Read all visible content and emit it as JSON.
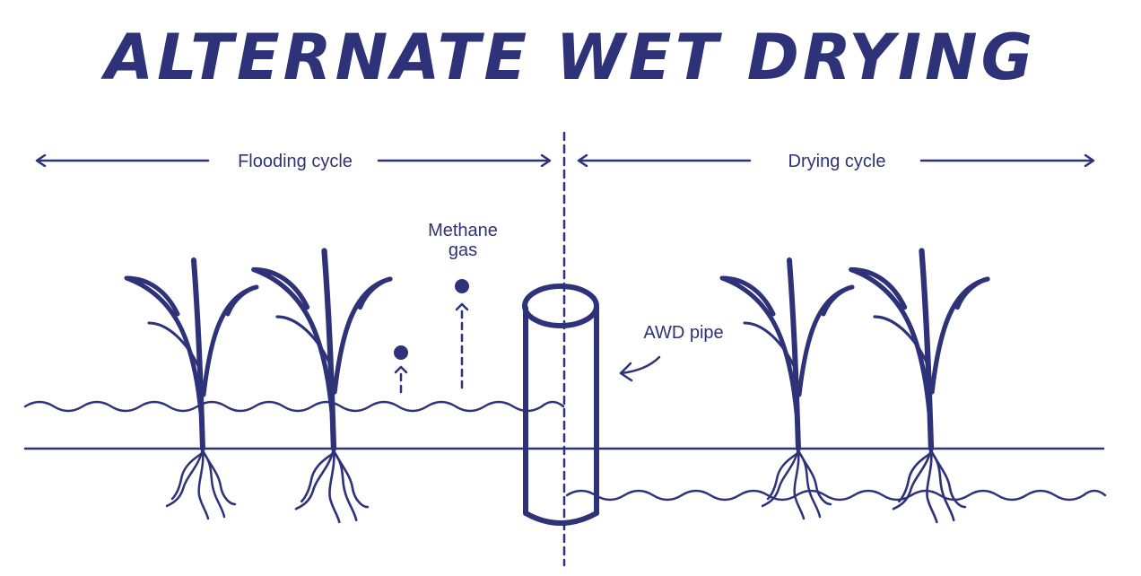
{
  "title": "ALTERNATE WET DRYING",
  "labels": {
    "flooding_cycle": "Flooding cycle",
    "drying_cycle": "Drying cycle",
    "methane_line1": "Methane",
    "methane_line2": "gas",
    "awd_pipe": "AWD pipe"
  },
  "colors": {
    "ink": "#2e3278",
    "background": "#ffffff"
  },
  "icons": {
    "plant": "rice-plant-icon",
    "pipe": "awd-pipe-icon",
    "bubble": "methane-bubble-icon"
  }
}
